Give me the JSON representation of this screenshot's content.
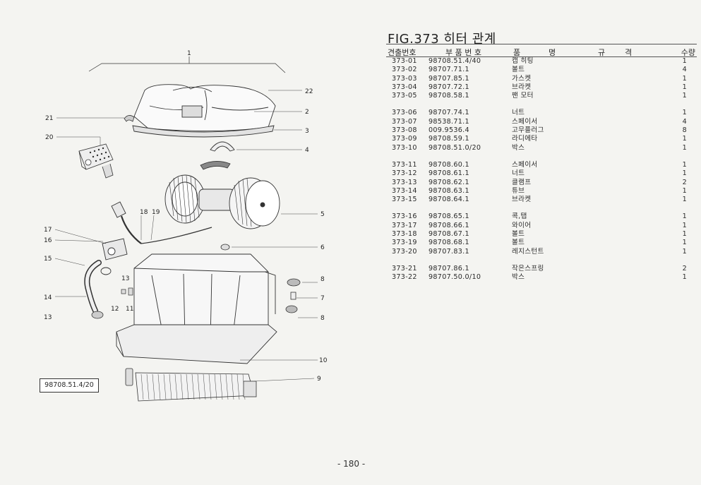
{
  "title": "FIG.373 히터 관계",
  "columns": {
    "no": "견출번호",
    "part": "부 품 번 호",
    "name_a": "품",
    "name_b": "명",
    "spec_a": "규",
    "spec_b": "격",
    "qty": "수량"
  },
  "groups": [
    [
      {
        "no": "373-01",
        "part": "98708.51.4/40",
        "name": "캡 히팅",
        "qty": "1"
      },
      {
        "no": "373-02",
        "part": "98707.71.1",
        "name": "볼트",
        "qty": "4"
      },
      {
        "no": "373-03",
        "part": "98707.85.1",
        "name": "가스켓",
        "qty": "1"
      },
      {
        "no": "373-04",
        "part": "98707.72.1",
        "name": "브라켓",
        "qty": "1"
      },
      {
        "no": "373-05",
        "part": "98708.58.1",
        "name": "팬 모터",
        "qty": "1"
      }
    ],
    [
      {
        "no": "373-06",
        "part": "98707.74.1",
        "name": "너트",
        "qty": "1"
      },
      {
        "no": "373-07",
        "part": "98538.71.1",
        "name": "스페이서",
        "qty": "4"
      },
      {
        "no": "373-08",
        "part": "009.9536.4",
        "name": "고무플러그",
        "qty": "8"
      },
      {
        "no": "373-09",
        "part": "98708.59.1",
        "name": "라디에타",
        "qty": "1"
      },
      {
        "no": "373-10",
        "part": "98708.51.0/20",
        "name": "박스",
        "qty": "1"
      }
    ],
    [
      {
        "no": "373-11",
        "part": "98708.60.1",
        "name": "스페이서",
        "qty": "1"
      },
      {
        "no": "373-12",
        "part": "98708.61.1",
        "name": "너트",
        "qty": "1"
      },
      {
        "no": "373-13",
        "part": "98708.62.1",
        "name": "클램프",
        "qty": "2"
      },
      {
        "no": "373-14",
        "part": "98708.63.1",
        "name": "튜브",
        "qty": "1"
      },
      {
        "no": "373-15",
        "part": "98708.64.1",
        "name": "브라켓",
        "qty": "1"
      }
    ],
    [
      {
        "no": "373-16",
        "part": "98708.65.1",
        "name": "콕,탭",
        "qty": "1"
      },
      {
        "no": "373-17",
        "part": "98708.66.1",
        "name": "와이어",
        "qty": "1"
      },
      {
        "no": "373-18",
        "part": "98708.67.1",
        "name": "볼트",
        "qty": "1"
      },
      {
        "no": "373-19",
        "part": "98708.68.1",
        "name": "볼트",
        "qty": "1"
      },
      {
        "no": "373-20",
        "part": "98707.83.1",
        "name": "레지스턴트",
        "qty": "1"
      }
    ],
    [
      {
        "no": "373-21",
        "part": "98707.86.1",
        "name": "작은스프링",
        "qty": "2"
      },
      {
        "no": "373-22",
        "part": "98707.50.0/10",
        "name": "박스",
        "qty": "1"
      }
    ]
  ],
  "diagram": {
    "assembly_label": "98708.51.4/20",
    "callouts": [
      "1",
      "22",
      "2",
      "3",
      "4",
      "5",
      "6",
      "8",
      "7",
      "8",
      "10",
      "9",
      "21",
      "20",
      "18",
      "19",
      "17",
      "16",
      "15",
      "13",
      "14",
      "12",
      "11",
      "13"
    ]
  },
  "page_number": "- 180 -"
}
